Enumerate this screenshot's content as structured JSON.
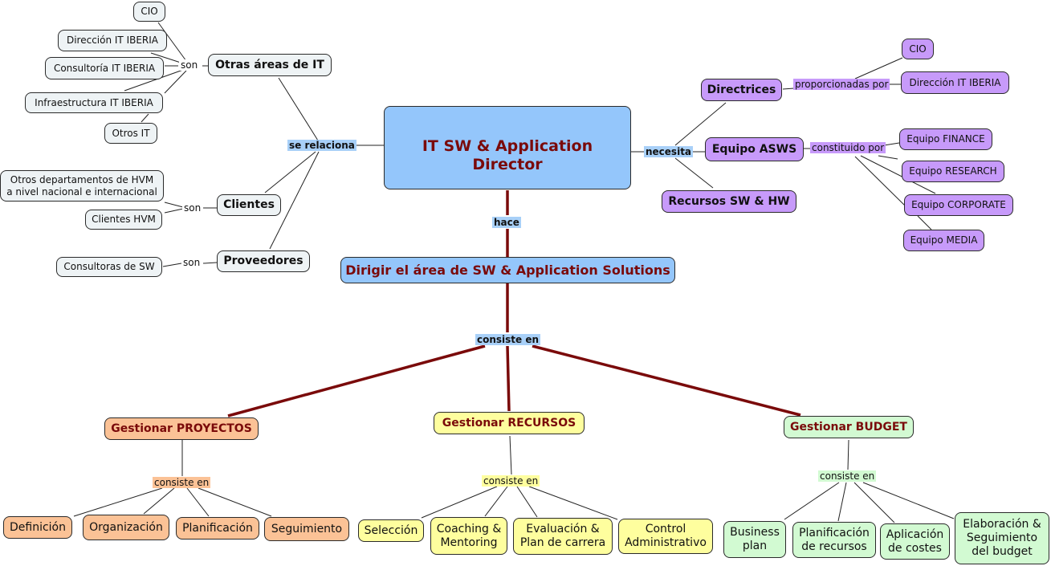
{
  "title": "IT SW & Application Director",
  "central": {
    "director": "IT SW & Application Director",
    "role": "Dirigir el área de SW & Application Solutions"
  },
  "links": {
    "se_relaciona": "se relaciona",
    "necesita": "necesita",
    "hace": "hace",
    "consiste_en": "consiste en",
    "son": "son",
    "proporcionadas_por": "proporcionadas por",
    "constituido_por": "constituido por"
  },
  "left": {
    "otras_areas": {
      "label": "Otras áreas de IT",
      "items": [
        "CIO",
        "Dirección IT IBERIA",
        "Consultoría IT IBERIA",
        "Infraestructura IT IBERIA",
        "Otros IT"
      ]
    },
    "clientes": {
      "label": "Clientes",
      "items": [
        "Otros departamentos de HVM\na nivel nacional e internacional",
        "Clientes HVM"
      ]
    },
    "proveedores": {
      "label": "Proveedores",
      "items": [
        "Consultoras de SW"
      ]
    }
  },
  "right": {
    "directrices": {
      "label": "Directrices",
      "items": [
        "CIO",
        "Dirección IT IBERIA"
      ]
    },
    "equipo": {
      "label": "Equipo ASWS",
      "items": [
        "Equipo FINANCE",
        "Equipo RESEARCH",
        "Equipo CORPORATE",
        "Equipo MEDIA"
      ]
    },
    "recursos": {
      "label": "Recursos SW & HW"
    }
  },
  "bottom": {
    "proyectos": {
      "label": "Gestionar PROYECTOS",
      "items": [
        "Definición",
        "Organización",
        "Planificación",
        "Seguimiento"
      ]
    },
    "recursos": {
      "label": "Gestionar RECURSOS",
      "items": [
        "Selección",
        "Coaching &\nMentoring",
        "Evaluación &\nPlan de carrera",
        "Control\nAdministrativo"
      ]
    },
    "budget": {
      "label": "Gestionar BUDGET",
      "items": [
        "Business\nplan",
        "Planificación\nde recursos",
        "Aplicación\nde costes",
        "Elaboración &\nSeguimiento\ndel budget"
      ]
    }
  },
  "colors": {
    "central_fill": "#94c6fb",
    "central_text": "#7a0a0a",
    "main_link": "#7a0a0a",
    "purple": "#c79afa",
    "orange": "#fbc296",
    "yellow": "#fefe9e",
    "green": "#d2fad2",
    "grey": "#eef3f5"
  }
}
